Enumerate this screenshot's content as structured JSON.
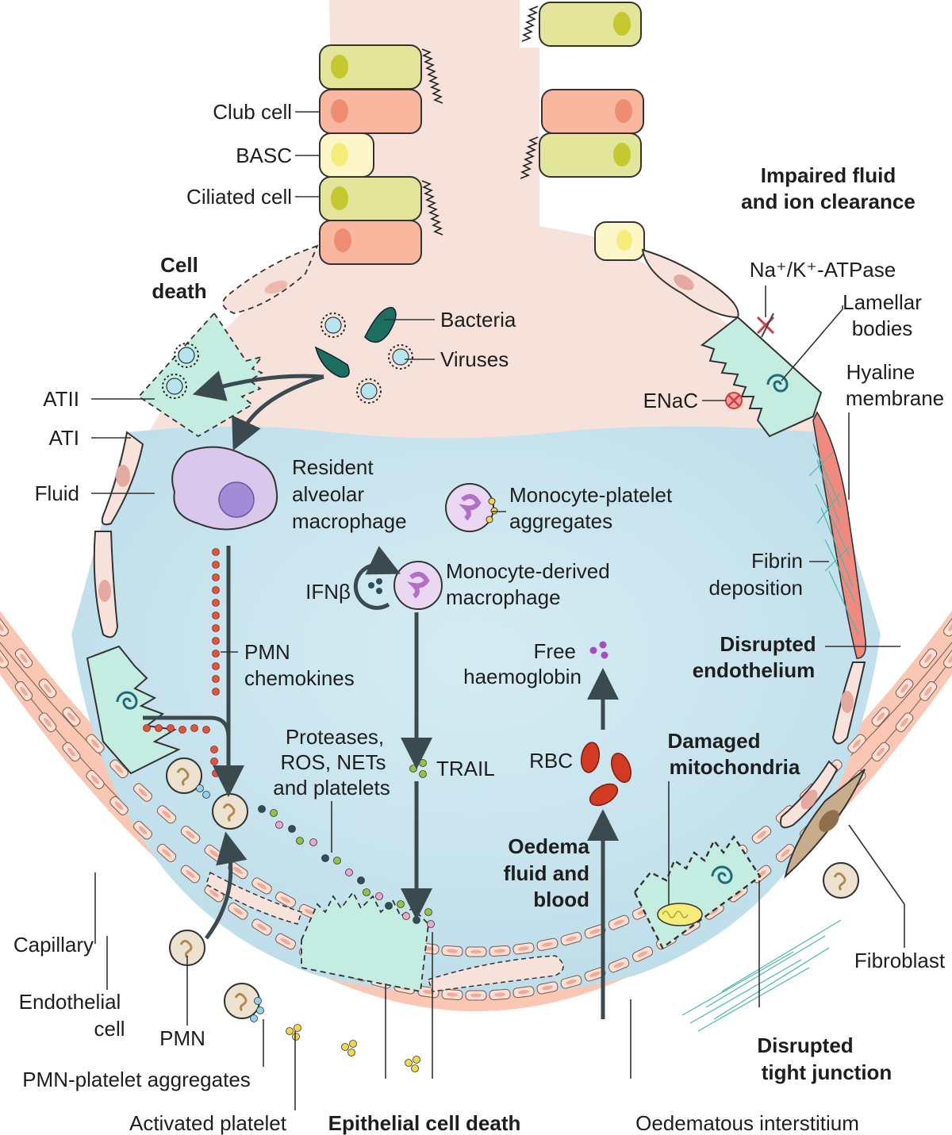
{
  "airway_labels": {
    "club_cell": "Club cell",
    "basc": "BASC",
    "ciliated_cell": "Ciliated cell"
  },
  "headings": {
    "impaired_fluid": [
      "Impaired fluid",
      "and ion clearance"
    ],
    "cell_death": [
      "Cell",
      "death"
    ],
    "disrupted_endothelium": [
      "Disrupted",
      "endothelium"
    ],
    "damaged_mitochondria": [
      "Damaged",
      "mitochondria"
    ],
    "oedema": [
      "Oedema",
      "fluid and",
      "blood"
    ],
    "disrupted_tight_junction": [
      "Disrupted",
      "tight junction"
    ],
    "epithelial_cell_death": "Epithelial cell death"
  },
  "labels": {
    "na_k_atpase": "Na⁺/K⁺-ATPase",
    "lamellar_bodies": [
      "Lamellar",
      "bodies"
    ],
    "hyaline_membrane": [
      "Hyaline",
      "membrane"
    ],
    "enac": "ENaC",
    "bacteria": "Bacteria",
    "viruses": "Viruses",
    "atii": "ATII",
    "ati": "ATI",
    "fluid": "Fluid",
    "resident_macrophage": [
      "Resident",
      "alveolar",
      "macrophage"
    ],
    "monocyte_platelet": [
      "Monocyte-platelet",
      "aggregates"
    ],
    "monocyte_derived": [
      "Monocyte-derived",
      "macrophage"
    ],
    "ifnb": "IFNβ",
    "fibrin_deposition": [
      "Fibrin",
      "deposition"
    ],
    "pmn_chemokines": [
      "PMN",
      "chemokines"
    ],
    "free_haemoglobin": [
      "Free",
      "haemoglobin"
    ],
    "proteases": [
      "Proteases,",
      "ROS, NETs",
      "and platelets"
    ],
    "trail": "TRAIL",
    "rbc": "RBC",
    "capillary": "Capillary",
    "endothelial_cell": [
      "Endothelial",
      "cell"
    ],
    "pmn": "PMN",
    "pmn_platelet": "PMN-platelet aggregates",
    "activated_platelet": "Activated platelet",
    "oedematous_interstitium": "Oedematous interstitium",
    "fibroblast": "Fibroblast"
  },
  "colors": {
    "airway_bg": "#f7e4dc",
    "fluid": "#cfe7f0",
    "capillary_band": "#f9c7b3",
    "ciliated": "#e2e59a",
    "club": "#f9b79f",
    "basc": "#fdf6c9",
    "epithelium": "#bfe9dd",
    "macrophage": "#d9c8ec",
    "rbc": "#d23a23",
    "hyaline": "#f08a7f",
    "arrow": "#3b4a4f"
  }
}
